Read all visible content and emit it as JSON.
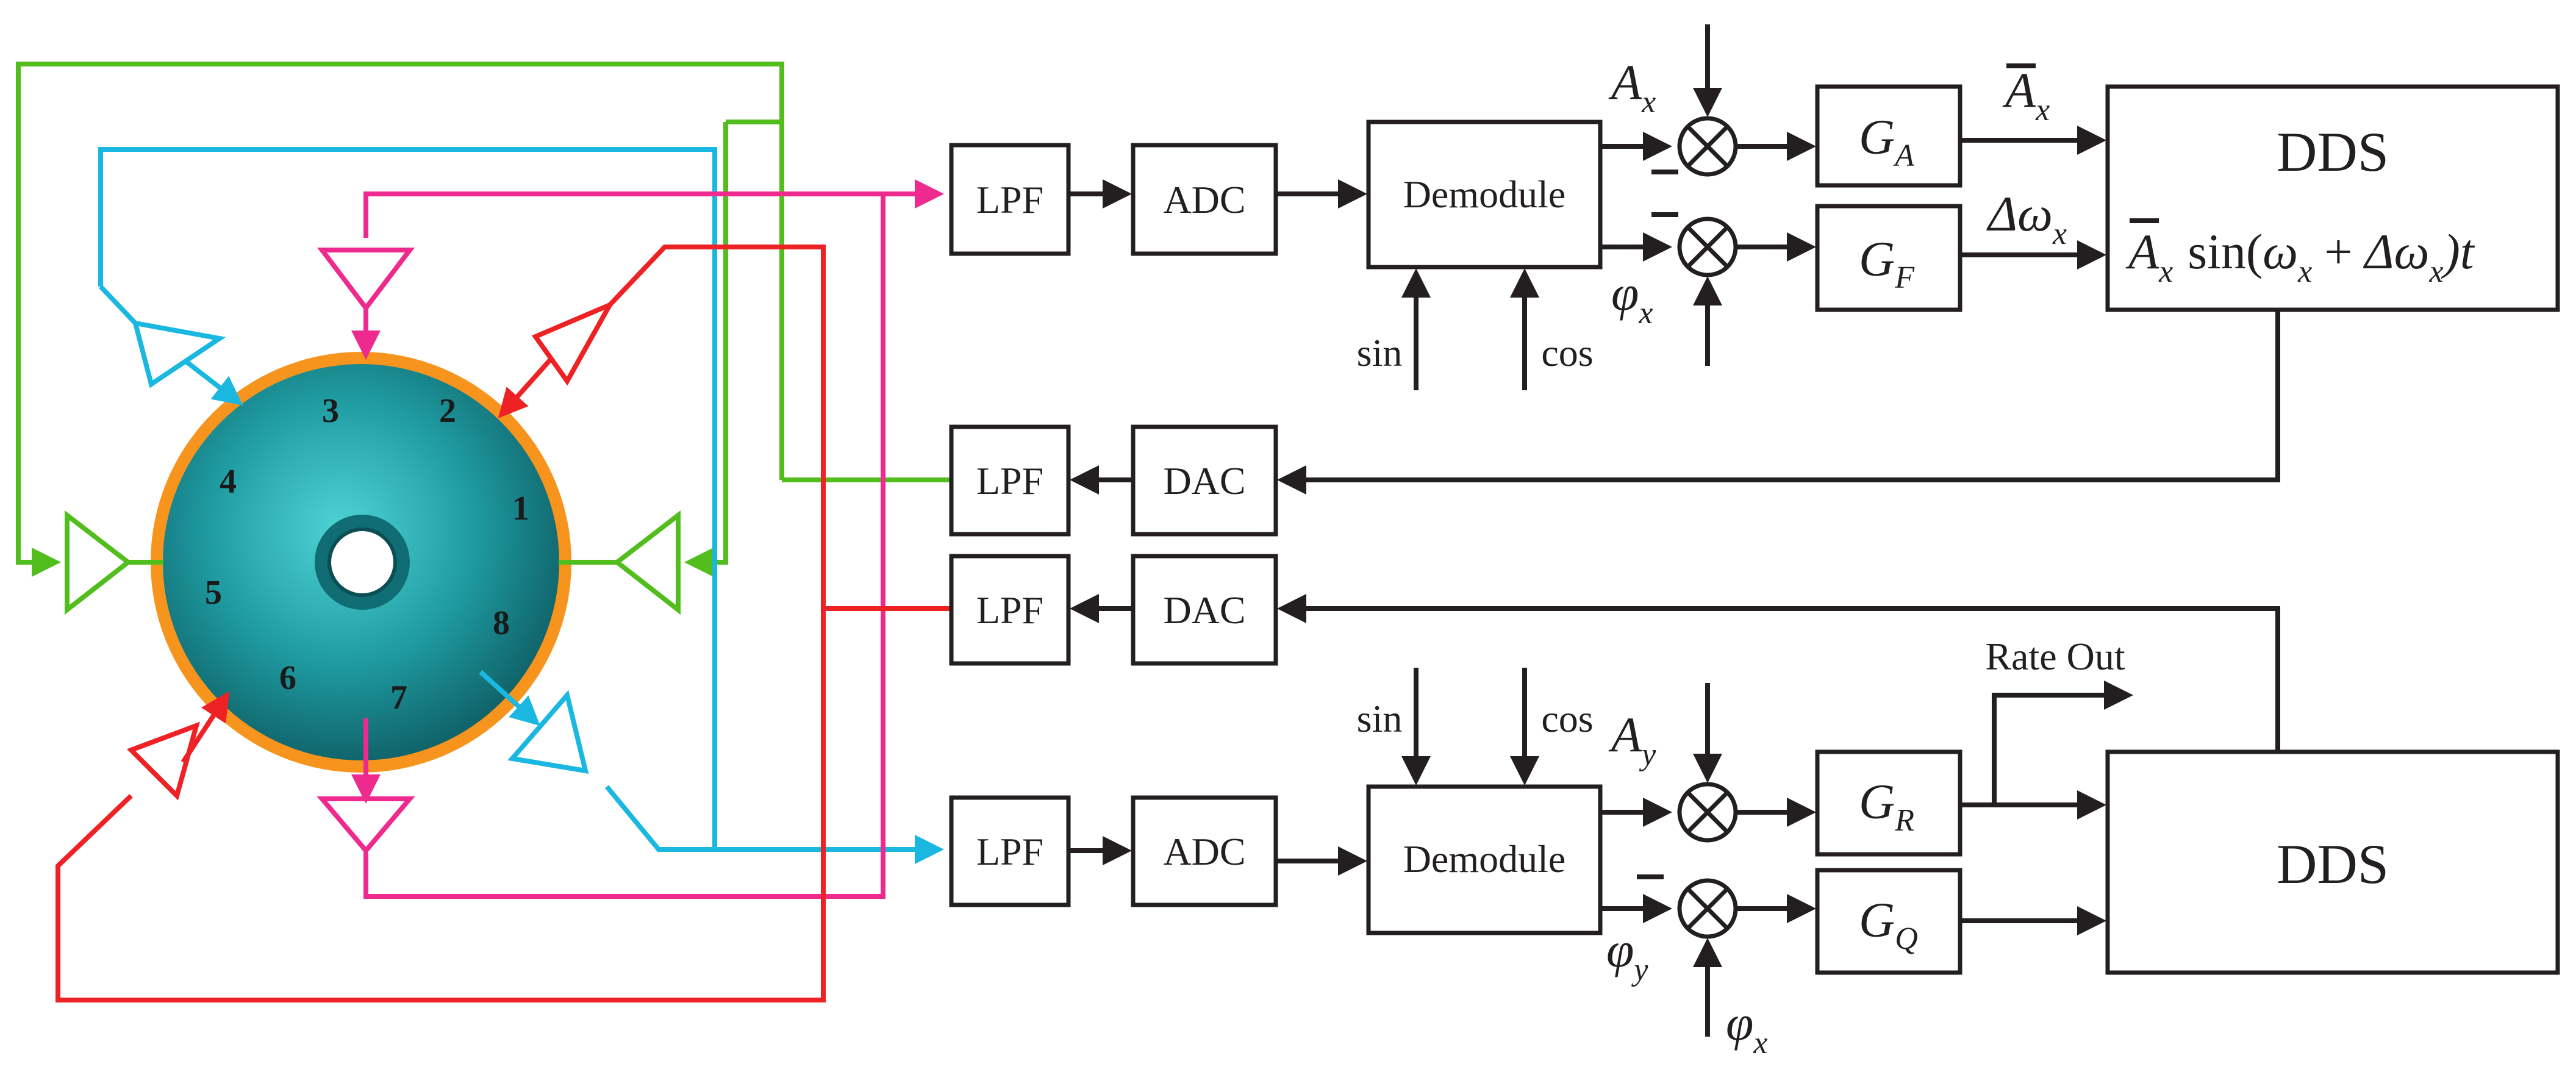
{
  "colors": {
    "ink": "#231f20",
    "green": "#52be1e",
    "cyan": "#1ab8e0",
    "magenta": "#ee2a8e",
    "red": "#ee2224",
    "resonator_rim": "#f7941d",
    "resonator_body": "#1f8f96"
  },
  "resonator": {
    "electrodes": [
      "1",
      "2",
      "3",
      "4",
      "5",
      "6",
      "7",
      "8"
    ]
  },
  "blocks": {
    "lpf": "LPF",
    "adc": "ADC",
    "dac": "DAC",
    "demodule": "Demodule",
    "dds": "DDS",
    "sin": "sin",
    "cos": "cos",
    "rate_out": "Rate Out"
  },
  "gains": {
    "g": "G",
    "a": "A",
    "f": "F",
    "r": "R",
    "q": "Q"
  },
  "symbols": {
    "A": "A",
    "x": "x",
    "y": "y",
    "phi": "φ",
    "delta_omega": "Δω",
    "omega": "ω",
    "sin_open": "sin(",
    "plus": "+",
    "close_t": ")t"
  }
}
